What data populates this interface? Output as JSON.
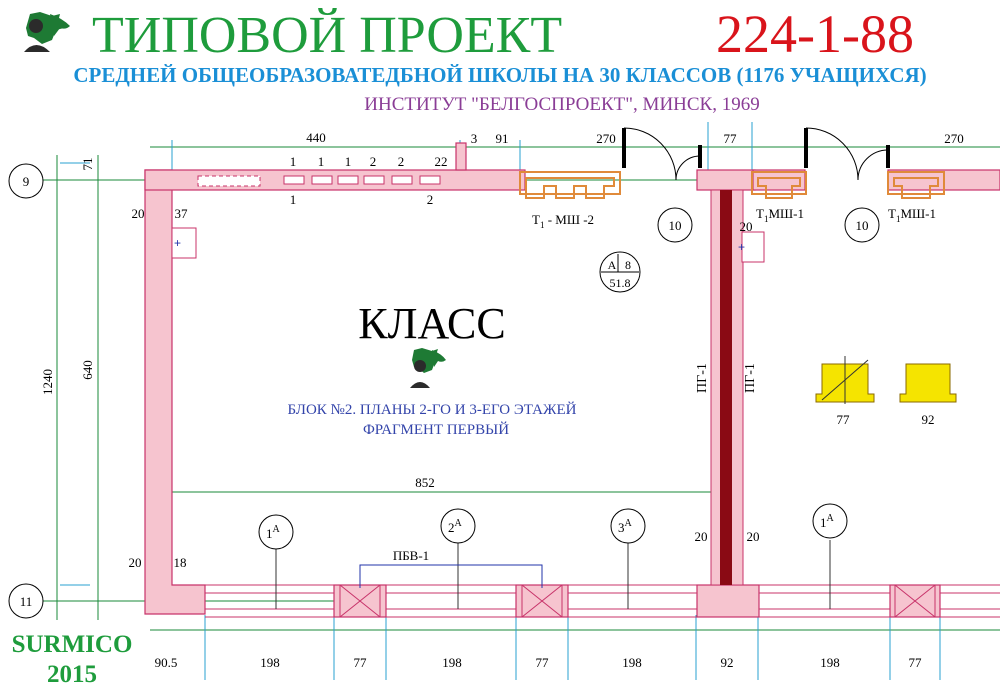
{
  "header": {
    "title_prefix": "ТИПОВОЙ  ПРОЕКТ",
    "title_number": "224-1-88",
    "subtitle": "СРЕДНЕЙ  ОБЩЕОБРАЗОВАТЕДБНОЙ ШКОЛЫ НА 30 КЛАССОВ (1176 УЧАЩИХСЯ)",
    "institute": "ИНСТИТУТ \"БЕЛГОСПРОЕКТ\", МИНСК, 1969"
  },
  "room": {
    "name": "КЛАСС",
    "caption_line1": "БЛОК №2. ПЛАНЫ 2-ГО И 3-ЕГО ЭТАЖЕЙ",
    "caption_line2": "ФРАГМЕНТ ПЕРВЫЙ",
    "area_tag_letter": "А",
    "area_tag_number": "8",
    "area_tag_value": "51.8"
  },
  "axes": {
    "axis_9": "9",
    "axis_11": "11"
  },
  "node_markers": {
    "marker_10a": "10",
    "marker_10b": "10"
  },
  "window_marks": [
    {
      "num": "1",
      "sup": "А"
    },
    {
      "num": "2",
      "sup": "А"
    },
    {
      "num": "3",
      "sup": "А"
    },
    {
      "num": "1",
      "sup": "А"
    }
  ],
  "dimensions": {
    "top_440": "440",
    "top_3": "3",
    "top_91": "91",
    "top_270_left": "270",
    "top_77": "77",
    "top_270_right": "270",
    "left_71": "71",
    "left_1240": "1240",
    "left_640": "640",
    "wall_20_top": "20",
    "wall_37": "37",
    "wall_20_bottom": "20",
    "wall_18": "18",
    "span_852": "852",
    "partition_20_left": "20",
    "partition_20_right": "20",
    "partition_20_top": "20",
    "sym_77": "77",
    "sym_92": "92"
  },
  "slab_marks": {
    "upper": [
      "1",
      "1",
      "1",
      "2",
      "2",
      "22"
    ],
    "lower": [
      "1",
      "2"
    ]
  },
  "elements": {
    "lintel_left_label": "Т",
    "lintel_left_sub": "1",
    "lintel_left_rest": " - МШ -2",
    "lintel_mid_label": "Т",
    "lintel_mid_sub": "1",
    "lintel_mid_rest": "МШ-1",
    "lintel_right_label": "Т",
    "lintel_right_sub": "1",
    "lintel_right_rest": "МШ-1",
    "partition_a": "ПГ-1",
    "partition_b": "ПГ-1",
    "beam": "ПБВ-1"
  },
  "bottom_dims": [
    "90.5",
    "198",
    "77",
    "198",
    "77",
    "198",
    "92",
    "198",
    "77"
  ],
  "footer": {
    "brand": "SURMICO",
    "year": "2015"
  },
  "colors": {
    "title_green": "#1e9c3c",
    "title_red": "#d9141b",
    "subtitle_blue": "#1a8fd6",
    "institute_purple": "#8a3d96",
    "wall_pink": "#f6c4cf",
    "wall_stroke": "#c8336a",
    "lintel_orange": "#e08a3a",
    "partition_red": "#8a0a14",
    "symbol_yellow": "#f5e400",
    "caption_blue": "#3344aa",
    "dim_green": "#1a8a3a",
    "dim_blue": "#2aa0d0"
  }
}
